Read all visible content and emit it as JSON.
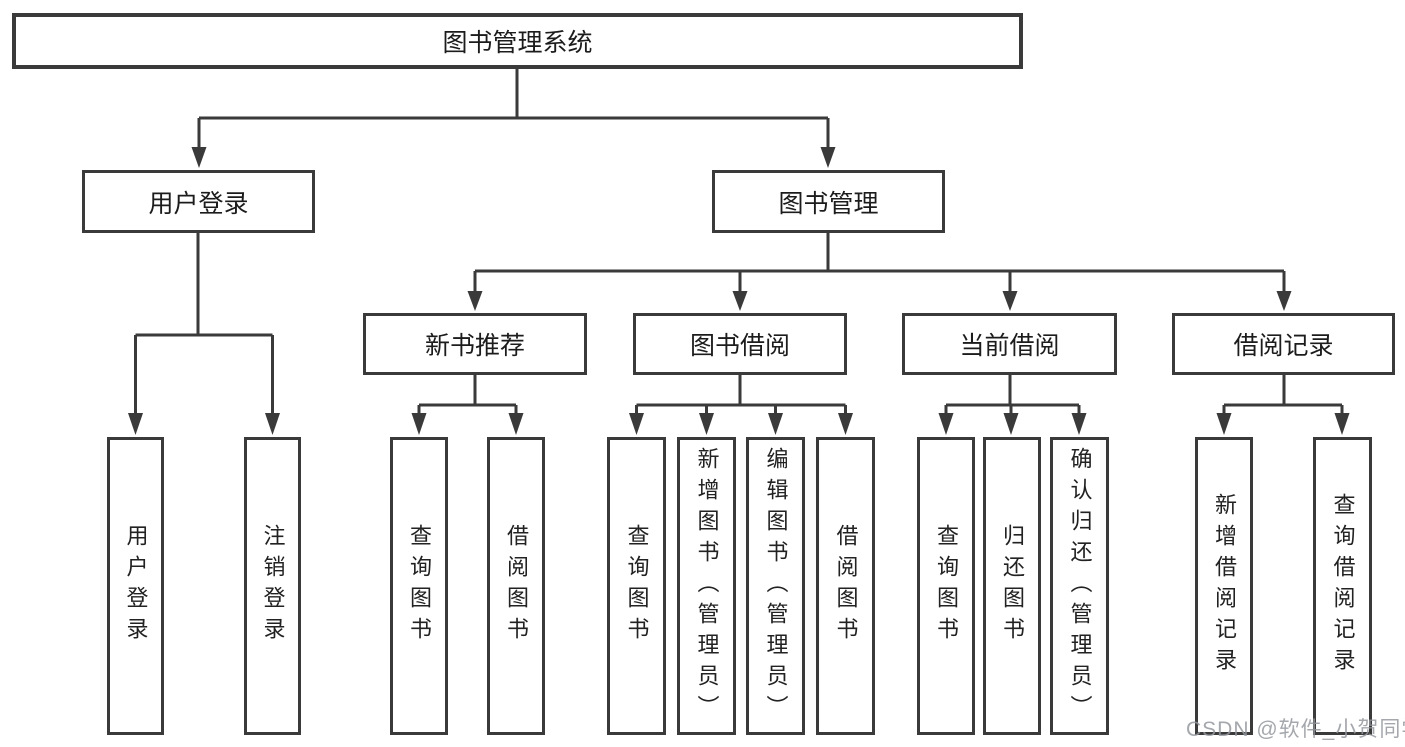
{
  "diagram": {
    "root": "图书管理系统",
    "branches": [
      {
        "label": "用户登录",
        "children": [
          {
            "label": "用户登录"
          },
          {
            "label": "注销登录"
          }
        ]
      },
      {
        "label": "图书管理",
        "children": [
          {
            "label": "新书推荐",
            "children": [
              {
                "label": "查询图书"
              },
              {
                "label": "借阅图书"
              }
            ]
          },
          {
            "label": "图书借阅",
            "children": [
              {
                "label": "查询图书"
              },
              {
                "label": "新增图书（管理员）"
              },
              {
                "label": "编辑图书（管理员）"
              },
              {
                "label": "借阅图书"
              }
            ]
          },
          {
            "label": "当前借阅",
            "children": [
              {
                "label": "查询图书"
              },
              {
                "label": "归还图书"
              },
              {
                "label": "确认归还（管理员）"
              }
            ]
          },
          {
            "label": "借阅记录",
            "children": [
              {
                "label": "新增借阅记录"
              },
              {
                "label": "查询借阅记录"
              }
            ]
          }
        ]
      }
    ]
  },
  "watermark": "CSDN @软件_小贺同学",
  "colors": {
    "line": "#3a3a3a",
    "text": "#1c1c1c",
    "watermark": "#94989d"
  }
}
